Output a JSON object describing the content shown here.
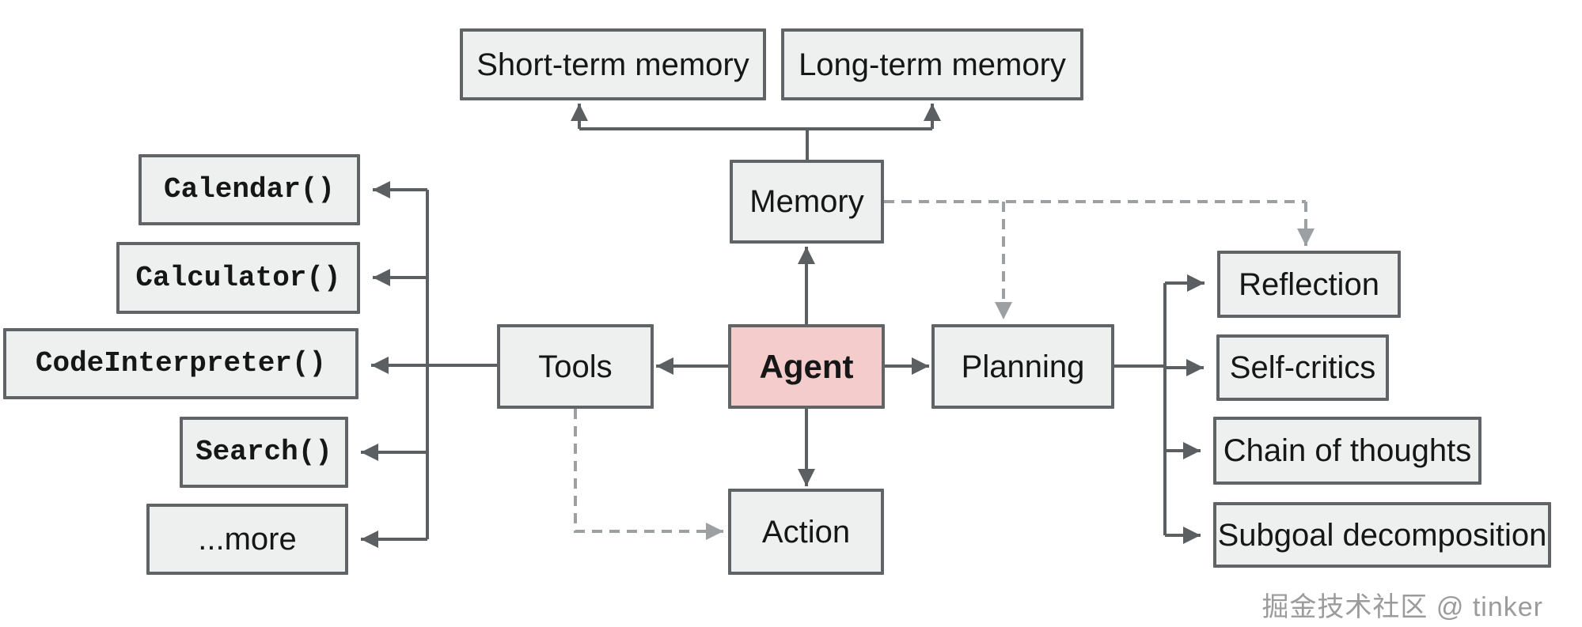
{
  "colors": {
    "box_fill": "#eef0f0",
    "box_border": "#606467",
    "agent_fill": "#f4cccc",
    "solid_line": "#5b5f62",
    "dashed_line": "#9ca0a3",
    "text_color": "#161616",
    "watermark_color": "#9b9b9b"
  },
  "nodes": {
    "short_term": {
      "label": "Short-term memory"
    },
    "long_term": {
      "label": "Long-term memory"
    },
    "memory": {
      "label": "Memory"
    },
    "agent": {
      "label": "Agent"
    },
    "tools": {
      "label": "Tools"
    },
    "planning": {
      "label": "Planning"
    },
    "action": {
      "label": "Action"
    },
    "calendar": {
      "label": "Calendar()"
    },
    "calculator": {
      "label": "Calculator()"
    },
    "code_interpreter": {
      "label": "CodeInterpreter()"
    },
    "search": {
      "label": "Search()"
    },
    "more": {
      "label": "...more"
    },
    "reflection": {
      "label": "Reflection"
    },
    "self_critics": {
      "label": "Self-critics"
    },
    "chain_of_thoughts": {
      "label": "Chain of thoughts"
    },
    "subgoal_decomposition": {
      "label": "Subgoal decomposition"
    }
  },
  "watermark": {
    "text": "掘金技术社区 @ tinker"
  }
}
